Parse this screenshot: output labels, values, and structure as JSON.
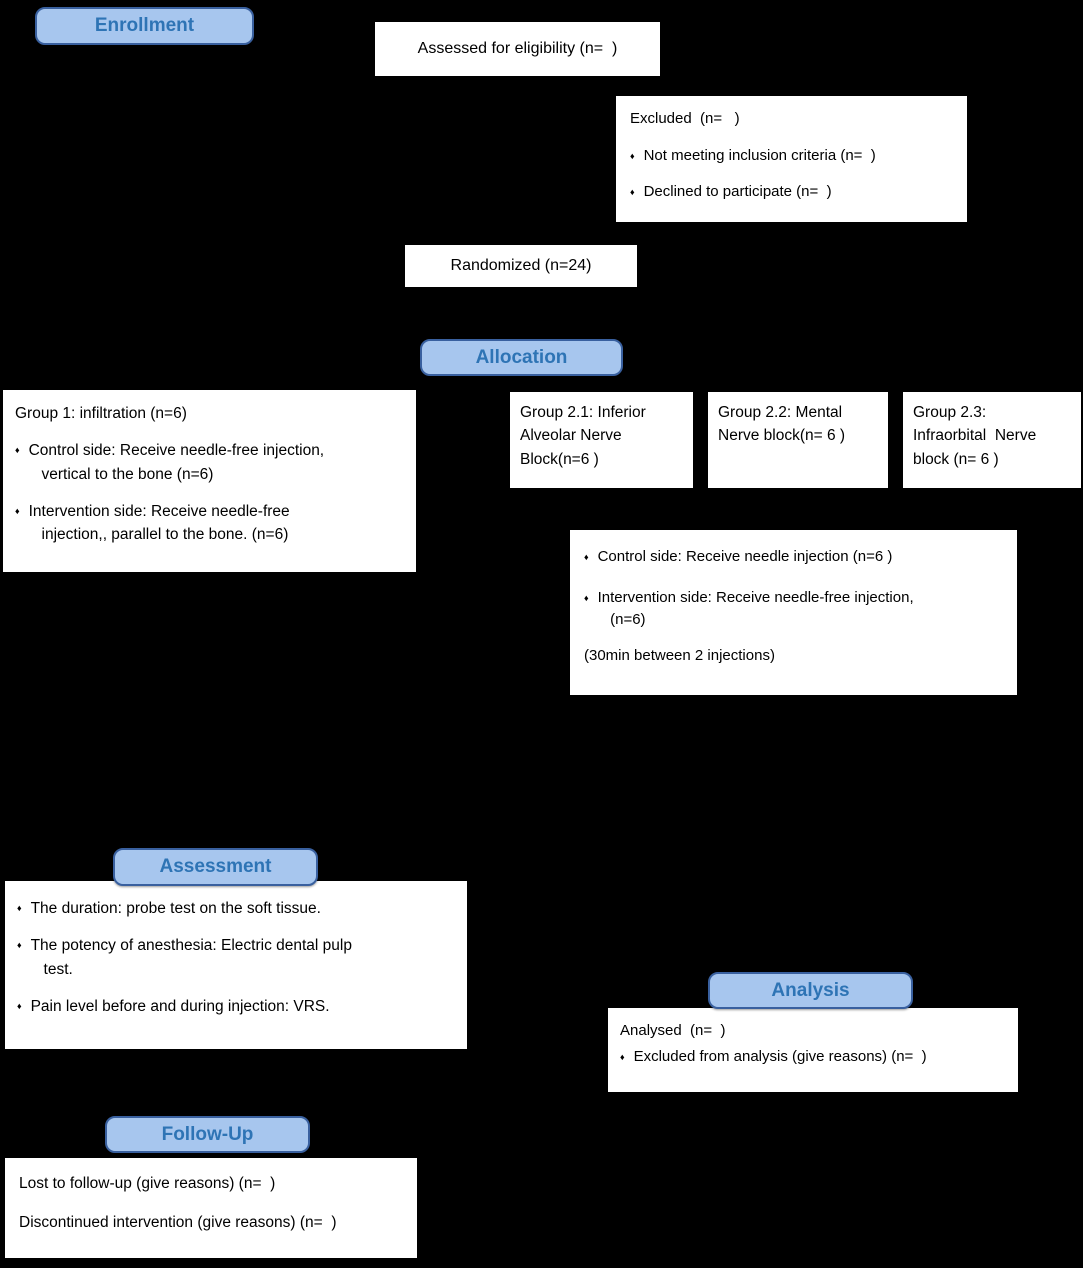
{
  "colors": {
    "background": "#000000",
    "badge_fill": "#A7C6EE",
    "badge_border": "#39609F",
    "badge_text": "#2E74B5",
    "box_fill": "#FFFFFF",
    "box_text": "#000000"
  },
  "icons": {
    "bullet": "♦"
  },
  "badges": {
    "enrollment": "Enrollment",
    "allocation": "Allocation",
    "assessment": "Assessment",
    "analysis": "Analysis",
    "followup": "Follow-Up"
  },
  "boxes": {
    "assessed": "Assessed for eligibility (n=  )",
    "excluded": {
      "title": "Excluded  (n=   )",
      "items": [
        "Not meeting inclusion criteria (n=  )",
        "Declined to participate (n=  )"
      ]
    },
    "randomized": "Randomized (n=24)",
    "group1": {
      "title": "Group 1: infiltration (n=6)",
      "items": [
        "Control side: Receive needle-free injection,\n   vertical to the bone (n=6)",
        "Intervention side: Receive needle-free\n   injection,, parallel to the bone. (n=6)"
      ]
    },
    "group21": "Group 2.1: Inferior\nAlveolar Nerve\nBlock(n=6 )",
    "group22": "Group 2.2: Mental\nNerve block(n= 6 )",
    "group23": "Group 2.3:\nInfraorbital  Nerve\nblock (n= 6 )",
    "group2detail": {
      "items": [
        "Control side: Receive needle injection (n=6 )",
        "Intervention side: Receive needle-free injection,\n   (n=6)"
      ],
      "note": "(30min between 2 injections)"
    },
    "assessment": {
      "items": [
        "The duration: probe test on the soft tissue.",
        "The potency of anesthesia: Electric dental pulp\n   test.",
        "Pain level before and during injection: VRS."
      ]
    },
    "analysis": {
      "title": "Analysed  (n=  )",
      "items": [
        "Excluded from analysis (give reasons) (n=  )"
      ]
    },
    "followup": {
      "lines": [
        "Lost to follow-up (give reasons) (n=  )",
        "Discontinued intervention (give reasons) (n=  )"
      ]
    }
  }
}
